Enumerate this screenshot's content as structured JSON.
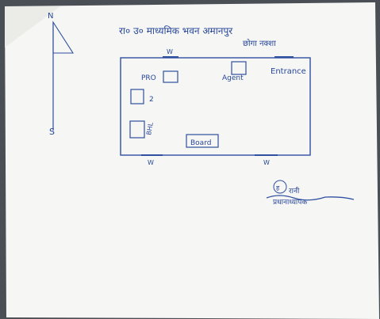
{
  "sketch": {
    "heading": "रा० उ० माध्यमिक भवन अमानपुर",
    "subheading": "छोगा नक्शा",
    "compass": {
      "north": "N",
      "south": "S"
    },
    "room_labels": {
      "principal": "PRO",
      "agent": "Agent",
      "entrance": "Entrance",
      "side_box_top": "2",
      "side_box_bottom": "BHL",
      "board": "Board",
      "window_top": "W",
      "window_bottom_left": "W",
      "window_bottom_right": "W"
    },
    "signature_block": {
      "initial": "ह",
      "line1": "रानी",
      "line2": "प्रधानाध्यापक"
    }
  },
  "colors": {
    "ink": "#27479a",
    "paper": "#f7f7f5",
    "background": "#4a4f55"
  }
}
